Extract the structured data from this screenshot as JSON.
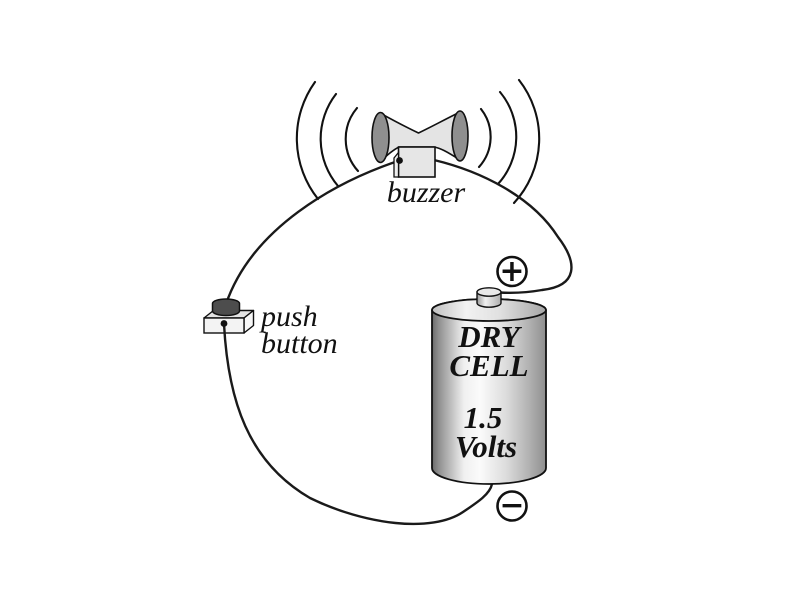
{
  "labels": {
    "buzzer": "buzzer",
    "push_button_line1": "push",
    "push_button_line2": "button",
    "cell_name_line1": "DRY",
    "cell_name_line2": "CELL",
    "cell_voltage_line1": "1.5",
    "cell_voltage_line2": "Volts",
    "positive_terminal": "+",
    "negative_terminal": "−"
  },
  "colors": {
    "background": "#ffffff",
    "line": "#111111",
    "wire": "#1a1a1a",
    "horn_bell": "#8f8f8f",
    "horn_body": "#e4e4e4",
    "buzzer_box": "#e6e6e6",
    "button_cap": "#4d4d4d",
    "button_face": "#f3f3f3",
    "battery_dark_edge": "#6a6a6a",
    "battery_highlight": "#fbfbfb",
    "terminal_fill": "#ffffff"
  }
}
